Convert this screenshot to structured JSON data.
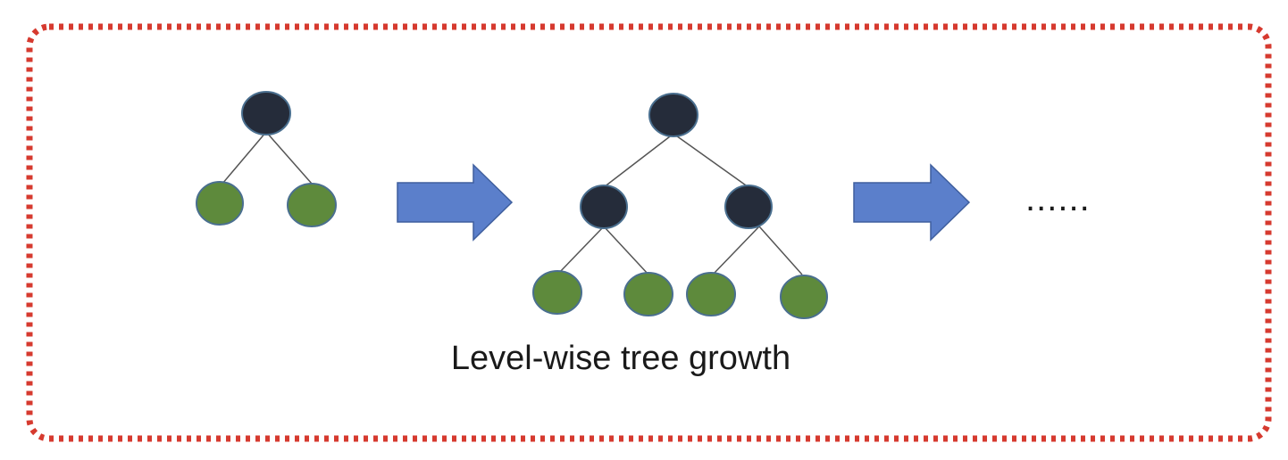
{
  "diagram": {
    "caption": "Level-wise tree growth",
    "continuation": "......",
    "colors": {
      "border": "#d63a2f",
      "internal_node": "#252c3a",
      "leaf_node": "#5e8a3c",
      "node_outline": "#4a6f8f",
      "edge": "#555555",
      "arrow_fill": "#5b7fcb",
      "arrow_stroke": "#3f5f9e"
    },
    "stages": [
      {
        "name": "depth-1-tree",
        "levels": 2
      },
      {
        "name": "depth-2-tree",
        "levels": 3
      }
    ]
  }
}
